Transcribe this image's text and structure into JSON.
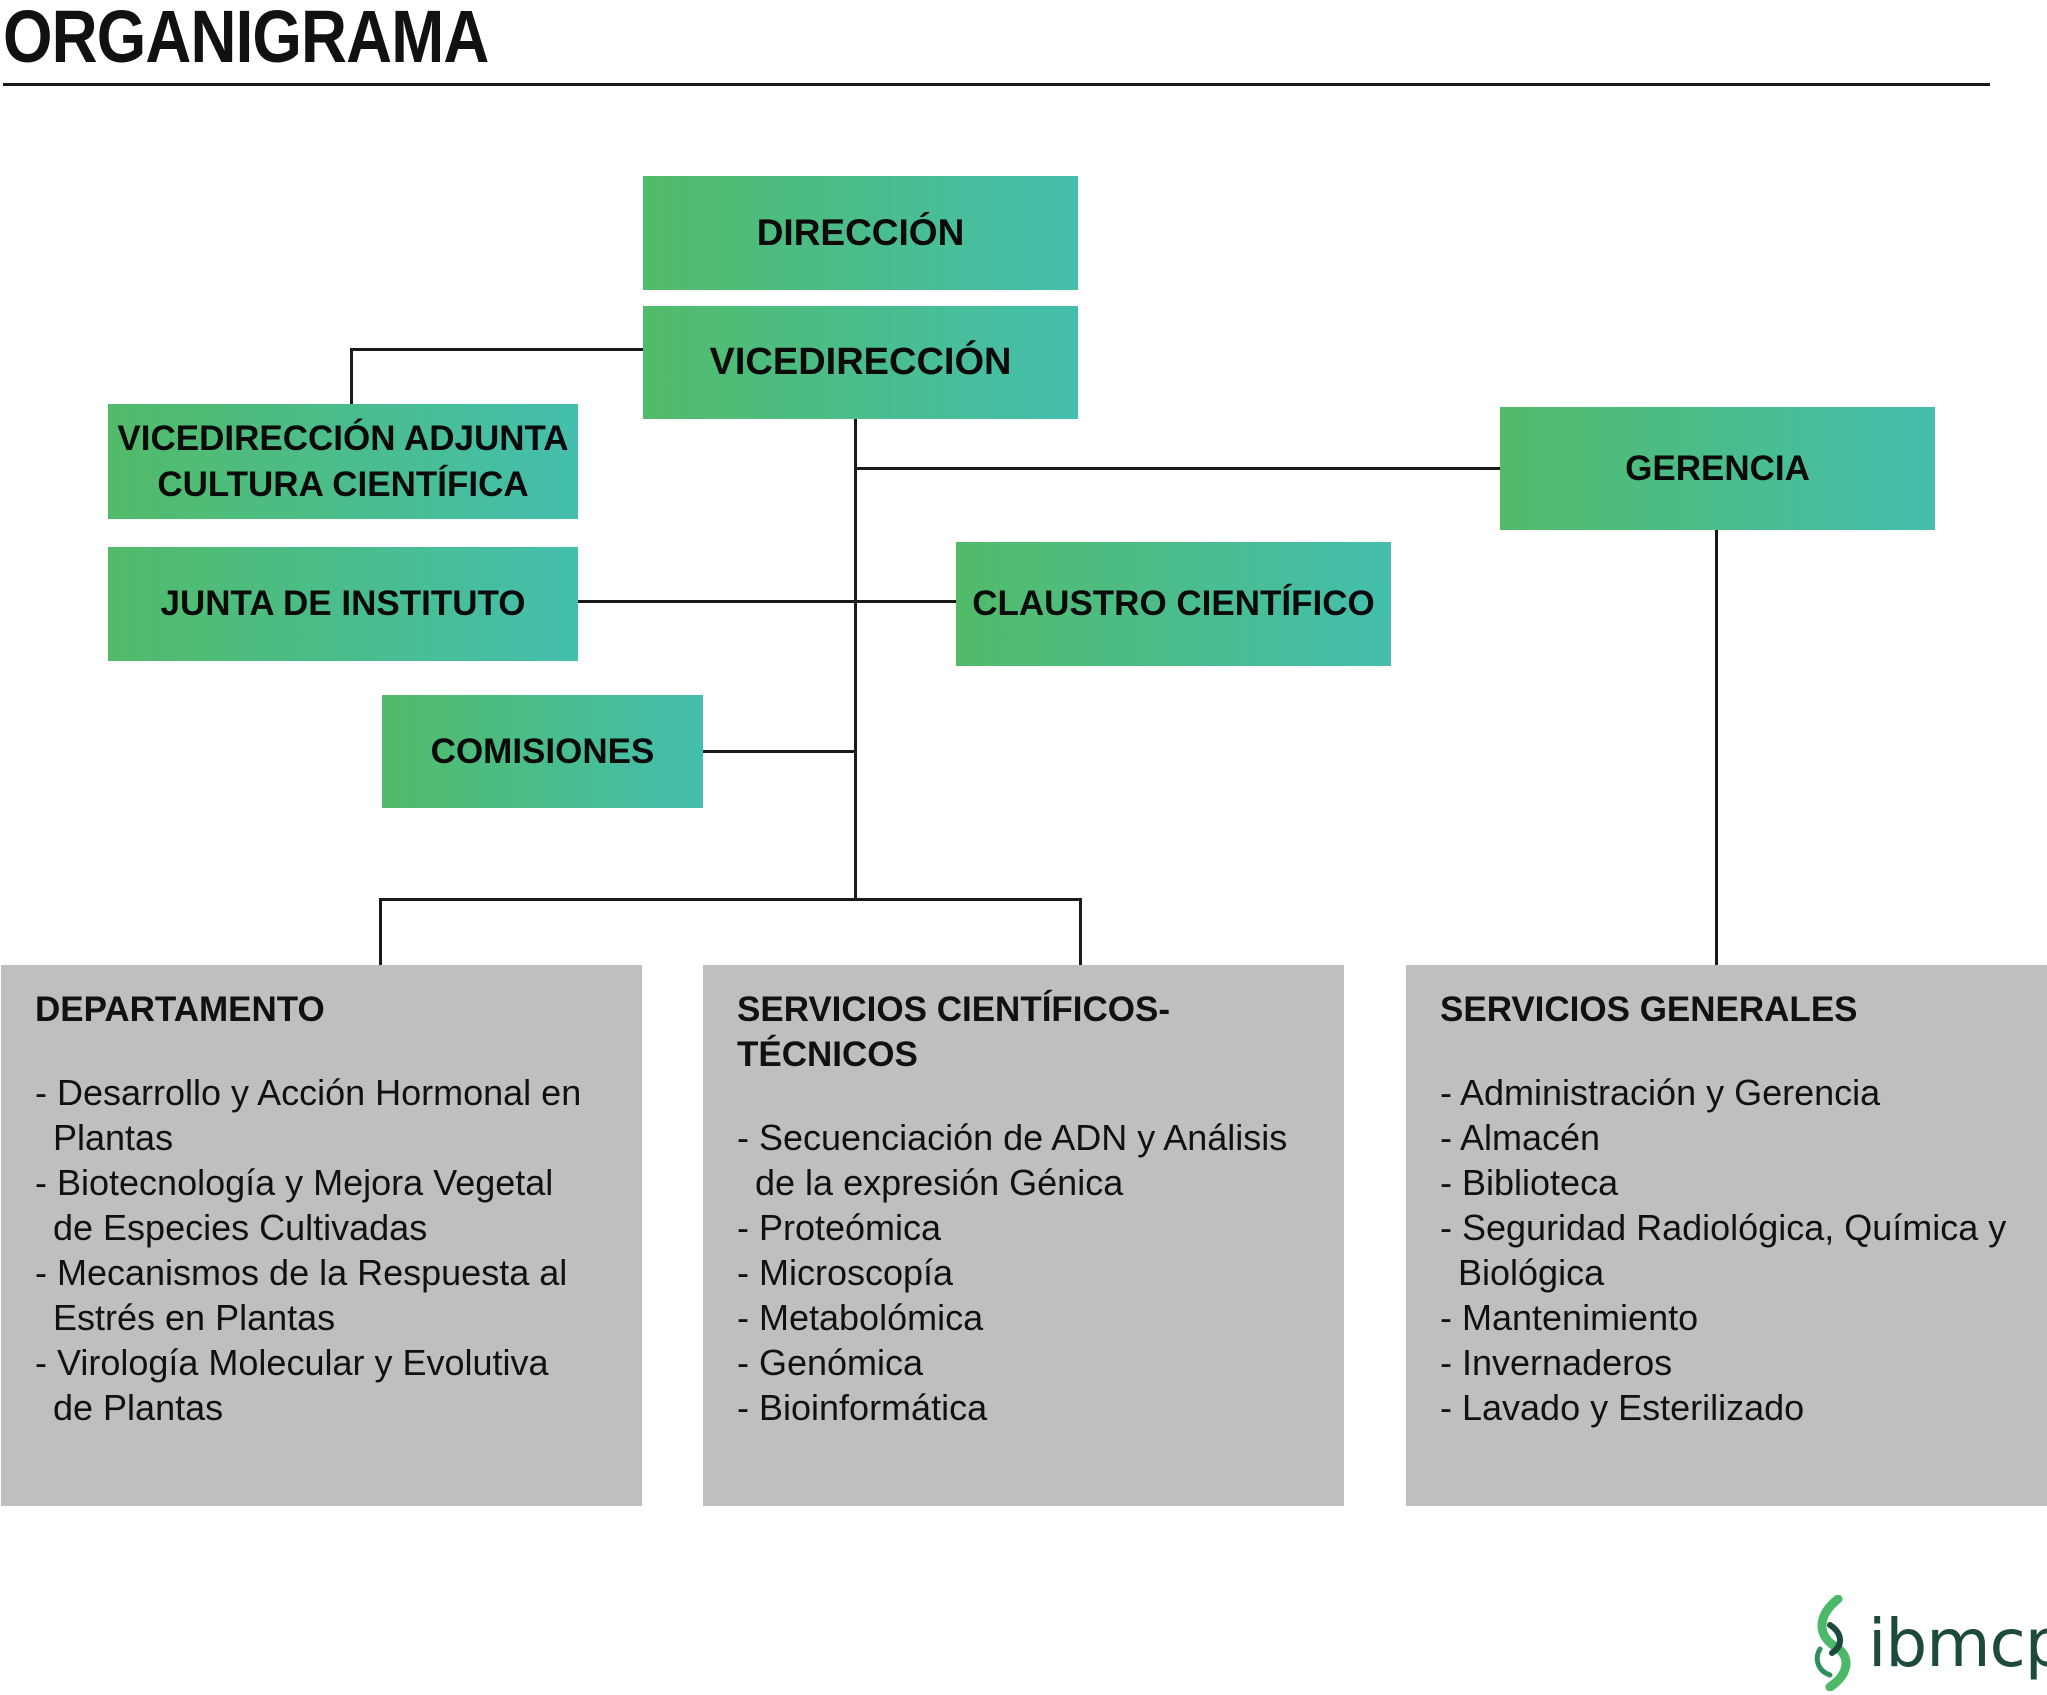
{
  "title": "ORGANIGRAMA",
  "colors": {
    "box_start": "#52bb69",
    "box_end": "#44bfae",
    "panel": "#bfbfbf",
    "line": "#1a1a1a"
  },
  "nodes": {
    "direccion": "DIRECCIÓN",
    "vicedireccion": "VICEDIRECCIÓN",
    "vicedireccion_adjunta": [
      "VICEDIRECCIÓN ADJUNTA",
      "CULTURA CIENTÍFICA"
    ],
    "gerencia": "GERENCIA",
    "junta": "JUNTA DE INSTITUTO",
    "claustro": "CLAUSTRO CIENTÍFICO",
    "comisiones": "COMISIONES"
  },
  "panels": {
    "departamento": {
      "title": "DEPARTAMENTO",
      "items": [
        "- Desarrollo y Acción Hormonal en Plantas",
        "- Biotecnología y Mejora Vegetal de Especies Cultivadas",
        "- Mecanismos de la Respuesta al Estrés en Plantas",
        "- Virología Molecular y Evolutiva de Plantas"
      ]
    },
    "servicios_cientificos": {
      "title": "SERVICIOS CIENTÍFICOS-TÉCNICOS",
      "items": [
        "- Secuenciación de ADN y Análisis de la expresión Génica",
        "- Proteómica",
        "- Microscopía",
        "- Metabolómica",
        "- Genómica",
        "- Bioinformática"
      ]
    },
    "servicios_generales": {
      "title": "SERVICIOS GENERALES",
      "items": [
        "- Administración y Gerencia",
        "- Almacén",
        "- Biblioteca",
        "- Seguridad Radiológica, Química y Biológica",
        "- Mantenimiento",
        "- Invernaderos",
        "- Lavado y Esterilizado"
      ]
    }
  },
  "logo": {
    "text": "ibmcp",
    "icon": "leaf-helix-icon",
    "colors": [
      "#4cb86a",
      "#1d4a3c"
    ]
  }
}
